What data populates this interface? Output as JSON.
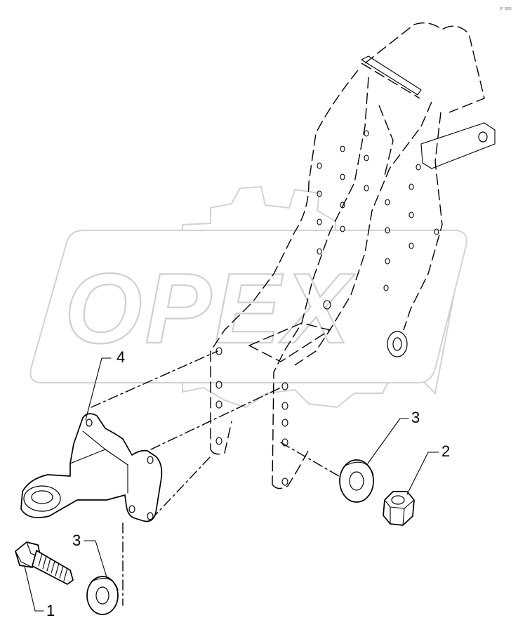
{
  "watermark": {
    "text": "OPEX"
  },
  "corner_code": "0° 000",
  "callouts": [
    {
      "id": "1",
      "label": "1"
    },
    {
      "id": "2",
      "label": "2"
    },
    {
      "id": "3a",
      "label": "3"
    },
    {
      "id": "3b",
      "label": "3"
    },
    {
      "id": "4",
      "label": "4"
    }
  ]
}
